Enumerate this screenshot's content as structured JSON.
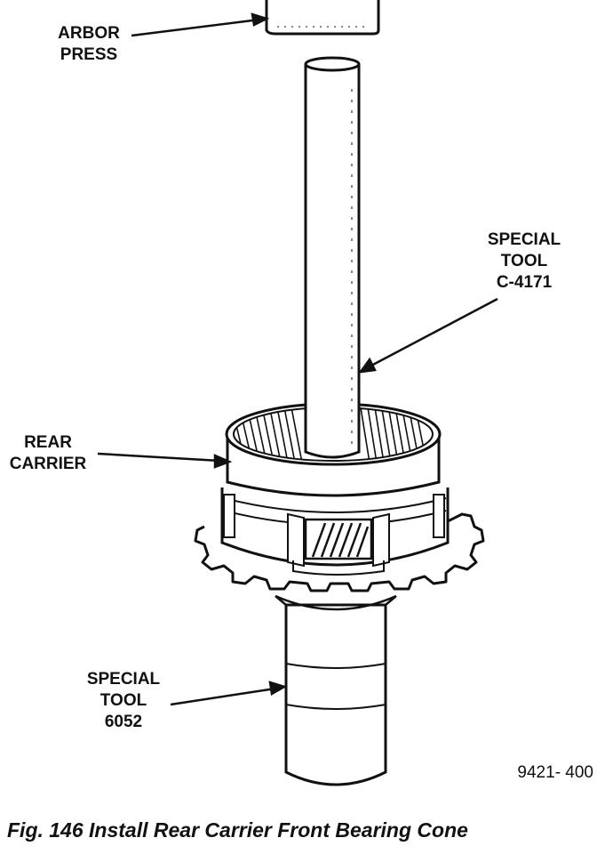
{
  "labels": {
    "arbor_press": [
      "ARBOR",
      "PRESS"
    ],
    "special_tool_c4171": [
      "SPECIAL",
      "TOOL",
      "C-4171"
    ],
    "rear_carrier": [
      "REAR",
      "CARRIER"
    ],
    "special_tool_6052": [
      "SPECIAL",
      "TOOL",
      "6052"
    ]
  },
  "figure_code": "9421- 400",
  "caption": "Fig. 146 Install Rear Carrier Front Bearing Cone"
}
